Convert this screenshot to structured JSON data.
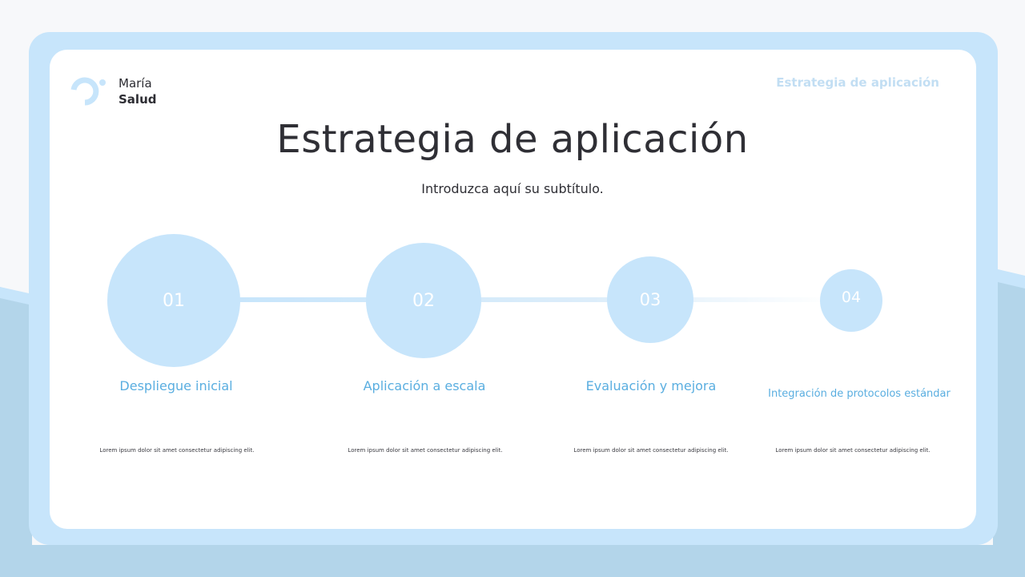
{
  "brand": {
    "line1": "María",
    "line2": "Salud",
    "logo_icon": "ring-dot-logo-icon"
  },
  "header_label": "Estrategia de aplicación",
  "title": "Estrategia de aplicación",
  "subtitle": "Introduzca aquí su subtítulo.",
  "colors": {
    "accent": "#5aaee0",
    "circle": "#c7e5fb",
    "frame": "#c7e5fb",
    "text": "#2f2f35"
  },
  "steps": [
    {
      "number": "01",
      "title": "Despliegue inicial",
      "description": "Lorem ipsum dolor sit amet consectetur adipiscing elit."
    },
    {
      "number": "02",
      "title": "Aplicación a escala",
      "description": "Lorem ipsum dolor sit amet consectetur adipiscing elit."
    },
    {
      "number": "03",
      "title": "Evaluación y mejora",
      "description": "Lorem ipsum dolor sit amet consectetur adipiscing elit."
    },
    {
      "number": "04",
      "title": "Integración de protocolos estándar",
      "description": "Lorem ipsum dolor sit amet consectetur adipiscing elit."
    }
  ]
}
